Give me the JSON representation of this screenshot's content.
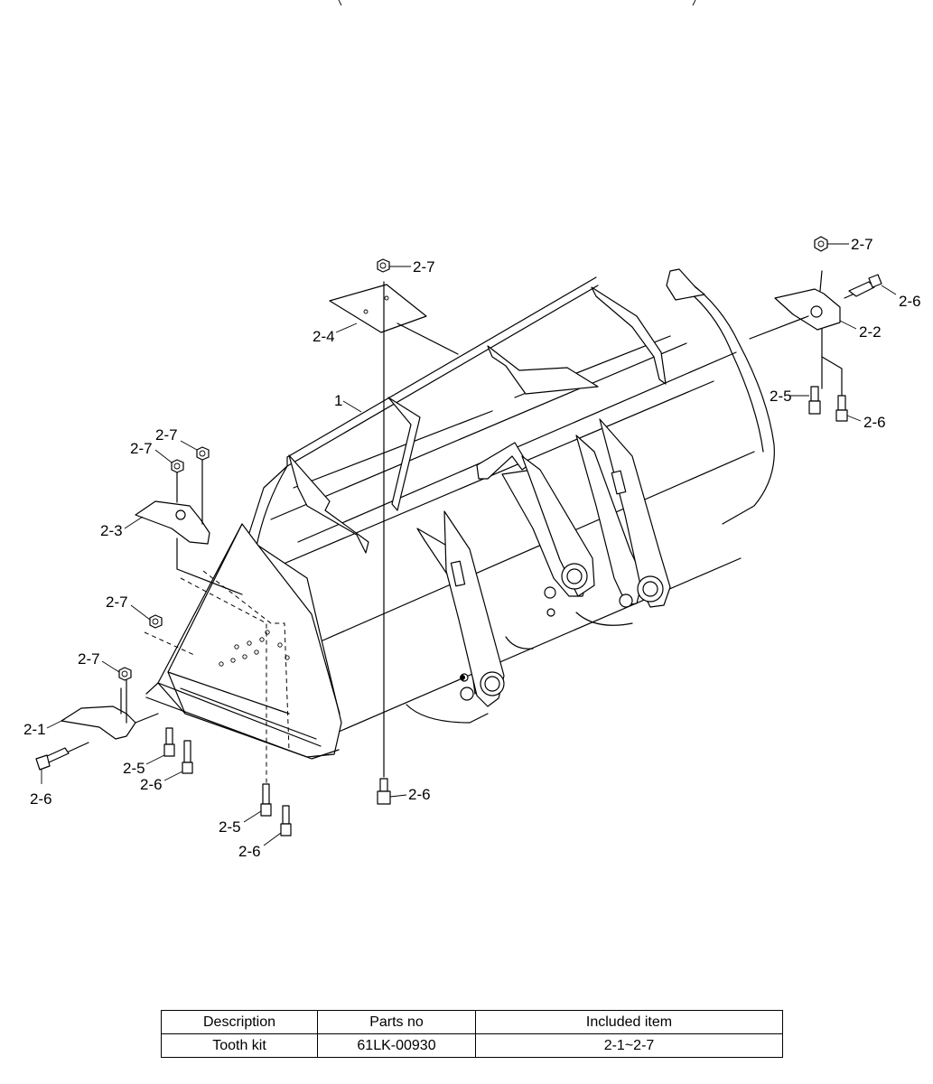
{
  "callouts": {
    "part_1": "1",
    "c_2_1": "2-1",
    "c_2_2": "2-2",
    "c_2_3": "2-3",
    "c_2_4": "2-4",
    "c_2_5": "2-5",
    "c_2_6": "2-6",
    "c_2_7": "2-7"
  },
  "table": {
    "headers": [
      "Description",
      "Parts no",
      "Included item"
    ],
    "rows": [
      [
        "Tooth kit",
        "61LK-00930",
        "2-1~2-7"
      ]
    ]
  }
}
